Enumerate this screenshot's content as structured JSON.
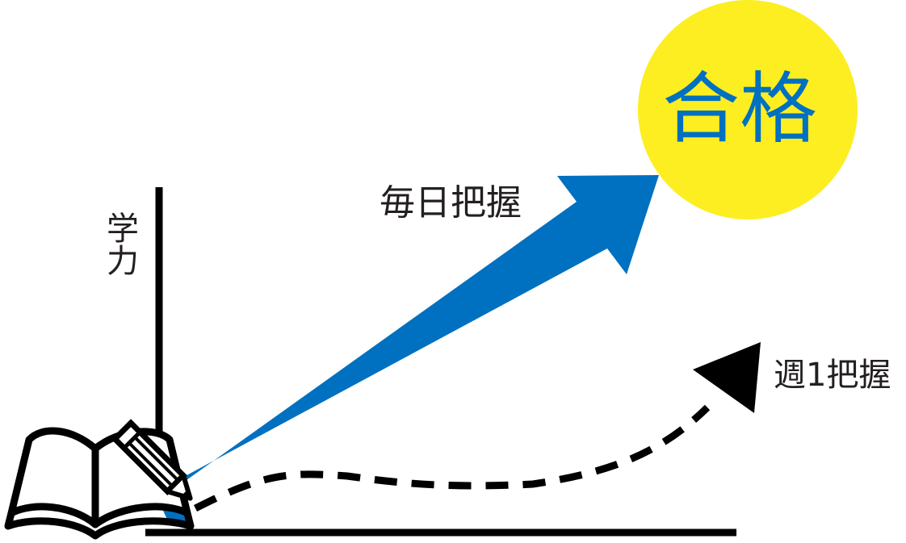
{
  "diagram": {
    "y_axis_label": "学力",
    "daily_label": "毎日把握",
    "weekly_label": "週1把握",
    "goal_label": "合格"
  },
  "colors": {
    "axis": "#000000",
    "daily_arrow": "#0070c0",
    "weekly_arrow": "#000000",
    "goal_circle": "#fcee21",
    "goal_text": "#0070c0",
    "label_text": "#231f20"
  },
  "icons": {
    "book": "open-book-icon",
    "pencil": "pencil-icon"
  }
}
